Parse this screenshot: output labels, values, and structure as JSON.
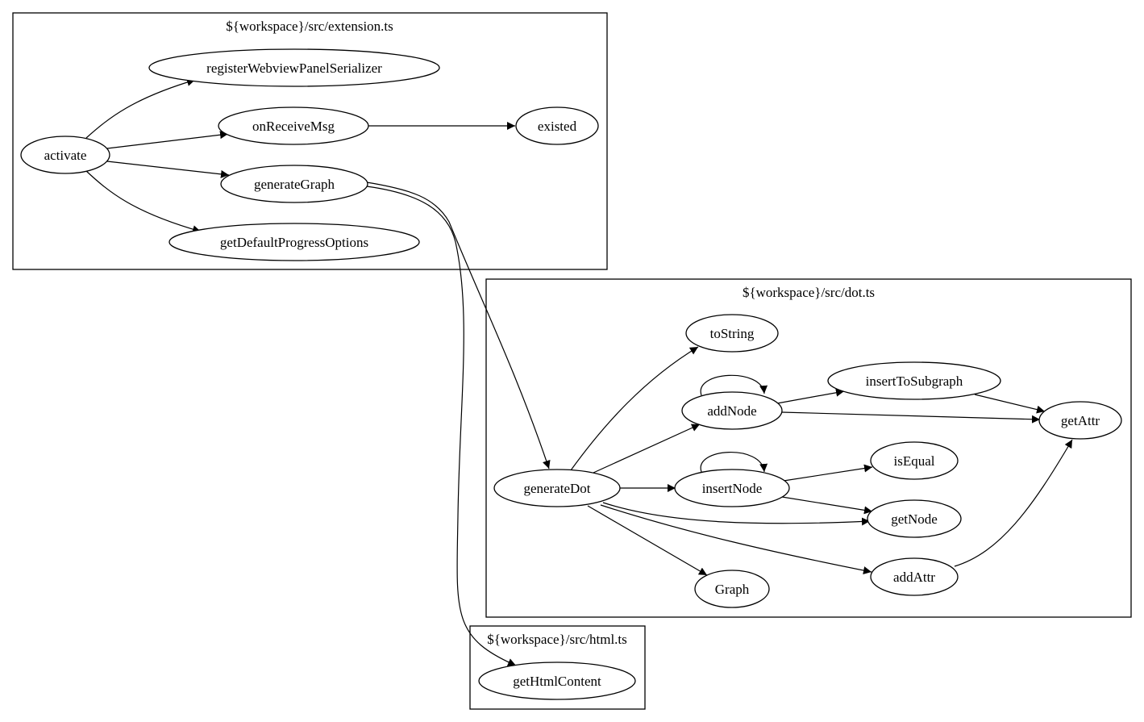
{
  "clusters": {
    "extension": "${workspace}/src/extension.ts",
    "dot": "${workspace}/src/dot.ts",
    "html": "${workspace}/src/html.ts"
  },
  "nodes": {
    "activate": "activate",
    "registerWebviewPanelSerializer": "registerWebviewPanelSerializer",
    "onReceiveMsg": "onReceiveMsg",
    "existed": "existed",
    "generateGraph": "generateGraph",
    "getDefaultProgressOptions": "getDefaultProgressOptions",
    "toString": "toString",
    "addNode": "addNode",
    "insertToSubgraph": "insertToSubgraph",
    "getAttr": "getAttr",
    "generateDot": "generateDot",
    "insertNode": "insertNode",
    "isEqual": "isEqual",
    "getNode": "getNode",
    "addAttr": "addAttr",
    "Graph": "Graph",
    "getHtmlContent": "getHtmlContent"
  },
  "edges": [
    {
      "from": "activate",
      "to": "registerWebviewPanelSerializer"
    },
    {
      "from": "activate",
      "to": "onReceiveMsg"
    },
    {
      "from": "activate",
      "to": "generateGraph"
    },
    {
      "from": "activate",
      "to": "getDefaultProgressOptions"
    },
    {
      "from": "onReceiveMsg",
      "to": "existed"
    },
    {
      "from": "generateGraph",
      "to": "generateDot"
    },
    {
      "from": "generateGraph",
      "to": "getHtmlContent"
    },
    {
      "from": "generateDot",
      "to": "toString"
    },
    {
      "from": "generateDot",
      "to": "addNode"
    },
    {
      "from": "generateDot",
      "to": "insertNode"
    },
    {
      "from": "generateDot",
      "to": "getNode"
    },
    {
      "from": "generateDot",
      "to": "addAttr"
    },
    {
      "from": "generateDot",
      "to": "Graph"
    },
    {
      "from": "addNode",
      "to": "addNode"
    },
    {
      "from": "addNode",
      "to": "insertToSubgraph"
    },
    {
      "from": "addNode",
      "to": "getAttr"
    },
    {
      "from": "insertToSubgraph",
      "to": "getAttr"
    },
    {
      "from": "insertNode",
      "to": "insertNode"
    },
    {
      "from": "insertNode",
      "to": "isEqual"
    },
    {
      "from": "insertNode",
      "to": "getNode"
    },
    {
      "from": "addAttr",
      "to": "getAttr"
    }
  ]
}
